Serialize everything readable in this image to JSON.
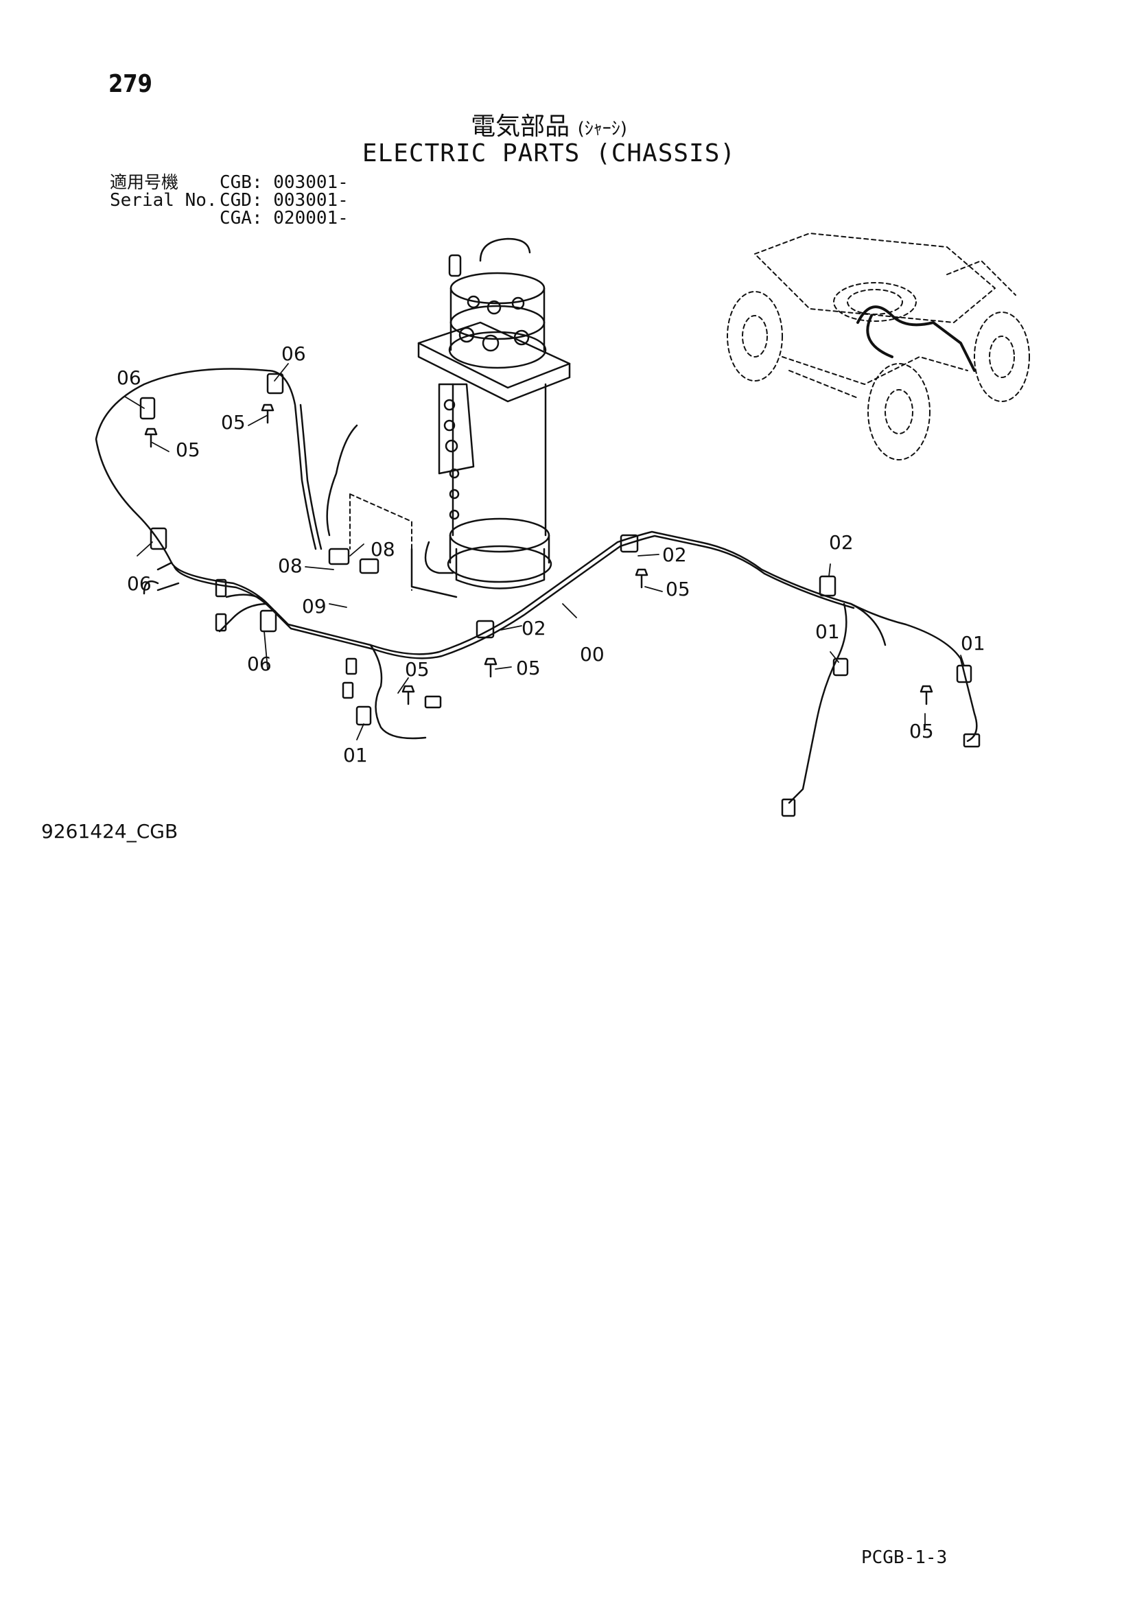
{
  "page": {
    "number": "279",
    "title_jp": "電気部品",
    "title_jp_sub": "(ｼｬｰｼ)",
    "title_en": "ELECTRIC PARTS (CHASSIS)",
    "serial_label_jp": "適用号機",
    "serial_label_en": "Serial No.",
    "serials": [
      "CGB: 003001-",
      "CGD: 003001-",
      "CGA: 020001-"
    ],
    "figure_id": "9261424_CGB",
    "page_code": "PCGB-1-3"
  },
  "callouts": [
    {
      "id": "c06a",
      "label": "06"
    },
    {
      "id": "c06b",
      "label": "06"
    },
    {
      "id": "c05a",
      "label": "05"
    },
    {
      "id": "c05b",
      "label": "05"
    },
    {
      "id": "c06c",
      "label": "06"
    },
    {
      "id": "c08a",
      "label": "08"
    },
    {
      "id": "c08b",
      "label": "08"
    },
    {
      "id": "c09",
      "label": "09"
    },
    {
      "id": "c06d",
      "label": "06"
    },
    {
      "id": "c05c",
      "label": "05"
    },
    {
      "id": "c01a",
      "label": "01"
    },
    {
      "id": "c02a",
      "label": "02"
    },
    {
      "id": "c05d",
      "label": "05"
    },
    {
      "id": "c00",
      "label": "00"
    },
    {
      "id": "c02b",
      "label": "02"
    },
    {
      "id": "c05e",
      "label": "05"
    },
    {
      "id": "c02c",
      "label": "02"
    },
    {
      "id": "c01b",
      "label": "01"
    },
    {
      "id": "c01c",
      "label": "01"
    },
    {
      "id": "c05f",
      "label": "05"
    }
  ]
}
